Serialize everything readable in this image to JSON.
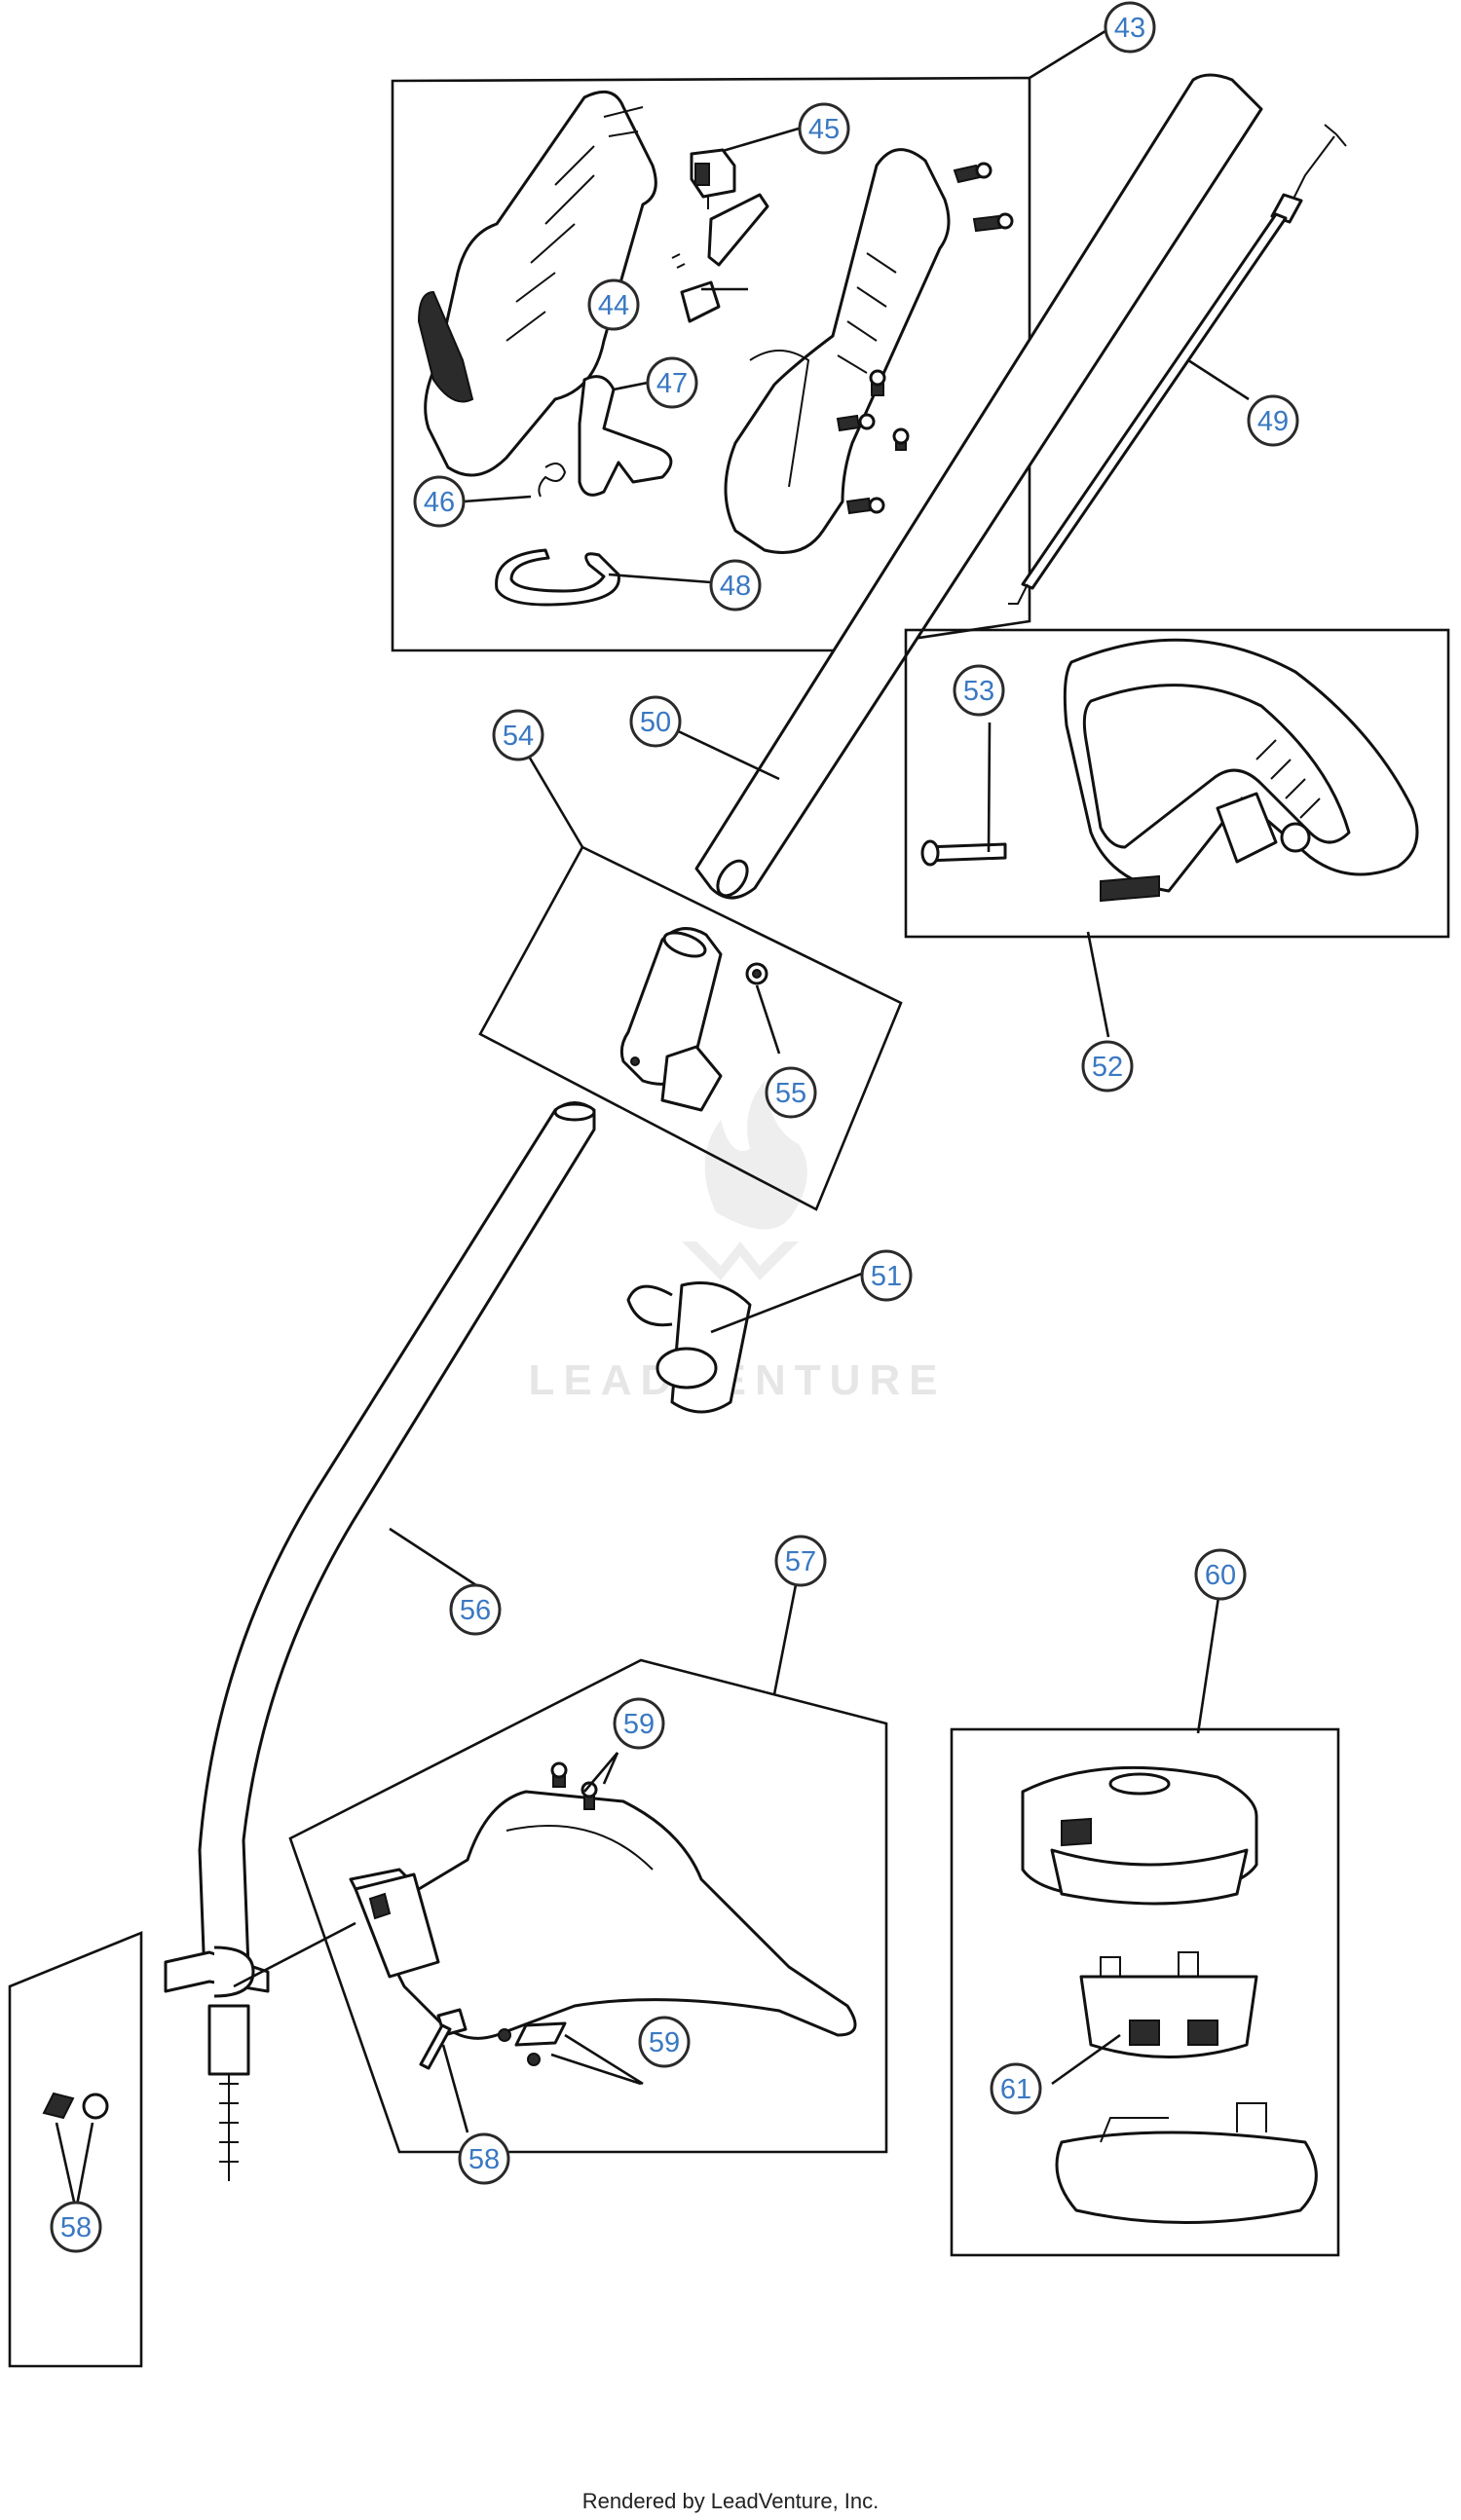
{
  "watermark": {
    "text": "LEADVENTURE"
  },
  "footer": {
    "text": "Rendered by LeadVenture, Inc."
  },
  "callouts": {
    "c43": "43",
    "c44": "44",
    "c45": "45",
    "c46": "46",
    "c47": "47",
    "c48": "48",
    "c49": "49",
    "c50": "50",
    "c51": "51",
    "c52": "52",
    "c53": "53",
    "c54": "54",
    "c55": "55",
    "c56": "56",
    "c57": "57",
    "c58a": "58",
    "c58b": "58",
    "c59a": "59",
    "c59b": "59",
    "c60": "60",
    "c61": "61"
  },
  "colors": {
    "callout_text": "#3a78c2",
    "line": "#111111",
    "watermark": "#e4e4e4"
  }
}
